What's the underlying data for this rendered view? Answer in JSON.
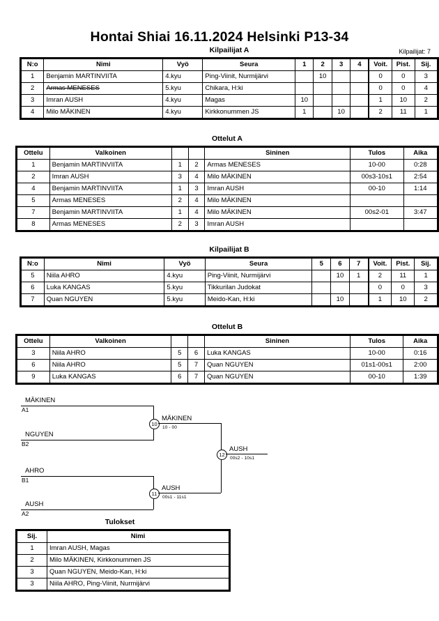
{
  "header": {
    "title": "Hontai Shiai  16.11.2024  Helsinki   P13-34",
    "entrants_label": "Kilpailijat: 7"
  },
  "pool_a": {
    "title": "Kilpailijat A",
    "columns": [
      "N:o",
      "Nimi",
      "Vyö",
      "Seura",
      "1",
      "2",
      "3",
      "4",
      "Voit.",
      "Pist.",
      "Sij."
    ],
    "rows": [
      {
        "no": "1",
        "name": "Benjamin MARTINVIITA",
        "withdrawn": false,
        "belt": "4.kyu",
        "club": "Ping-Viinit, Nurmijärvi",
        "m": [
          "",
          "10",
          "",
          ""
        ],
        "wins": "0",
        "points": "0",
        "rank": "3"
      },
      {
        "no": "2",
        "name": "Armas MENESES",
        "withdrawn": true,
        "belt": "5.kyu",
        "club": "Chikara, H:ki",
        "m": [
          "",
          "",
          "",
          ""
        ],
        "wins": "0",
        "points": "0",
        "rank": "4"
      },
      {
        "no": "3",
        "name": "Imran AUSH",
        "withdrawn": false,
        "belt": "4.kyu",
        "club": "Magas",
        "m": [
          "10",
          "",
          "",
          ""
        ],
        "wins": "1",
        "points": "10",
        "rank": "2"
      },
      {
        "no": "4",
        "name": "Milo MÄKINEN",
        "withdrawn": false,
        "belt": "4.kyu",
        "club": "Kirkkonummen JS",
        "m": [
          "1",
          "",
          "10",
          ""
        ],
        "wins": "2",
        "points": "11",
        "rank": "1"
      }
    ]
  },
  "matches_a": {
    "title": "Ottelut A",
    "columns": [
      "Ottelu",
      "Valkoinen",
      "",
      "",
      "Sininen",
      "Tulos",
      "Aika"
    ],
    "rows": [
      {
        "no": "1",
        "white": "Benjamin MARTINVIITA",
        "ws": "1",
        "bs": "2",
        "blue": "Armas MENESES",
        "result": "10-00",
        "time": "0:28"
      },
      {
        "no": "2",
        "white": "Imran AUSH",
        "ws": "3",
        "bs": "4",
        "blue": "Milo MÄKINEN",
        "result": "00s3-10s1",
        "time": "2:54"
      },
      {
        "no": "4",
        "white": "Benjamin MARTINVIITA",
        "ws": "1",
        "bs": "3",
        "blue": "Imran AUSH",
        "result": "00-10",
        "time": "1:14"
      },
      {
        "no": "5",
        "white": "Armas MENESES",
        "ws": "2",
        "bs": "4",
        "blue": "Milo MÄKINEN",
        "result": "",
        "time": ""
      },
      {
        "no": "7",
        "white": "Benjamin MARTINVIITA",
        "ws": "1",
        "bs": "4",
        "blue": "Milo MÄKINEN",
        "result": "00s2-01",
        "time": "3:47"
      },
      {
        "no": "8",
        "white": "Armas MENESES",
        "ws": "2",
        "bs": "3",
        "blue": "Imran AUSH",
        "result": "",
        "time": ""
      }
    ]
  },
  "pool_b": {
    "title": "Kilpailijat B",
    "columns": [
      "N:o",
      "Nimi",
      "Vyö",
      "Seura",
      "5",
      "6",
      "7",
      "Voit.",
      "Pist.",
      "Sij."
    ],
    "rows": [
      {
        "no": "5",
        "name": "Niila AHRO",
        "withdrawn": false,
        "belt": "4.kyu",
        "club": "Ping-Viinit, Nurmijärvi",
        "m": [
          "",
          "10",
          "1"
        ],
        "wins": "2",
        "points": "11",
        "rank": "1"
      },
      {
        "no": "6",
        "name": "Luka KANGAS",
        "withdrawn": false,
        "belt": "5.kyu",
        "club": "Tikkurilan Judokat",
        "m": [
          "",
          "",
          ""
        ],
        "wins": "0",
        "points": "0",
        "rank": "3"
      },
      {
        "no": "7",
        "name": "Quan NGUYEN",
        "withdrawn": false,
        "belt": "5.kyu",
        "club": "Meido-Kan, H:ki",
        "m": [
          "",
          "10",
          ""
        ],
        "wins": "1",
        "points": "10",
        "rank": "2"
      }
    ]
  },
  "matches_b": {
    "title": "Ottelut B",
    "columns": [
      "Ottelu",
      "Valkoinen",
      "",
      "",
      "Sininen",
      "Tulos",
      "Aika"
    ],
    "rows": [
      {
        "no": "3",
        "white": "Niila AHRO",
        "ws": "5",
        "bs": "6",
        "blue": "Luka KANGAS",
        "result": "10-00",
        "time": "0:16"
      },
      {
        "no": "6",
        "white": "Niila AHRO",
        "ws": "5",
        "bs": "7",
        "blue": "Quan NGUYEN",
        "result": "01s1-00s1",
        "time": "2:00"
      },
      {
        "no": "9",
        "white": "Luka KANGAS",
        "ws": "6",
        "bs": "7",
        "blue": "Quan NGUYEN",
        "result": "00-10",
        "time": "1:39"
      }
    ]
  },
  "bracket": {
    "entries": [
      {
        "name": "MÄKINEN",
        "seed": "A1"
      },
      {
        "name": "NGUYEN",
        "seed": "B2"
      },
      {
        "name": "AHRO",
        "seed": "B1"
      },
      {
        "name": "AUSH",
        "seed": "A2"
      }
    ],
    "nodes": [
      {
        "num": "10",
        "winner": "MÄKINEN",
        "score": "10 - 00"
      },
      {
        "num": "11",
        "winner": "AUSH",
        "score": "00s1 - 11s1"
      },
      {
        "num": "12",
        "winner": "AUSH",
        "score": "00s2 - 10s1"
      }
    ]
  },
  "results": {
    "title": "Tulokset",
    "columns": [
      "Sij.",
      "Nimi"
    ],
    "rows": [
      {
        "pos": "1",
        "name": "Imran AUSH, Magas"
      },
      {
        "pos": "2",
        "name": "Milo MÄKINEN, Kirkkonummen JS"
      },
      {
        "pos": "3",
        "name": "Quan NGUYEN, Meido-Kan, H:ki"
      },
      {
        "pos": "3",
        "name": "Niila AHRO, Ping-Viinit, Nurmijärvi"
      }
    ]
  }
}
